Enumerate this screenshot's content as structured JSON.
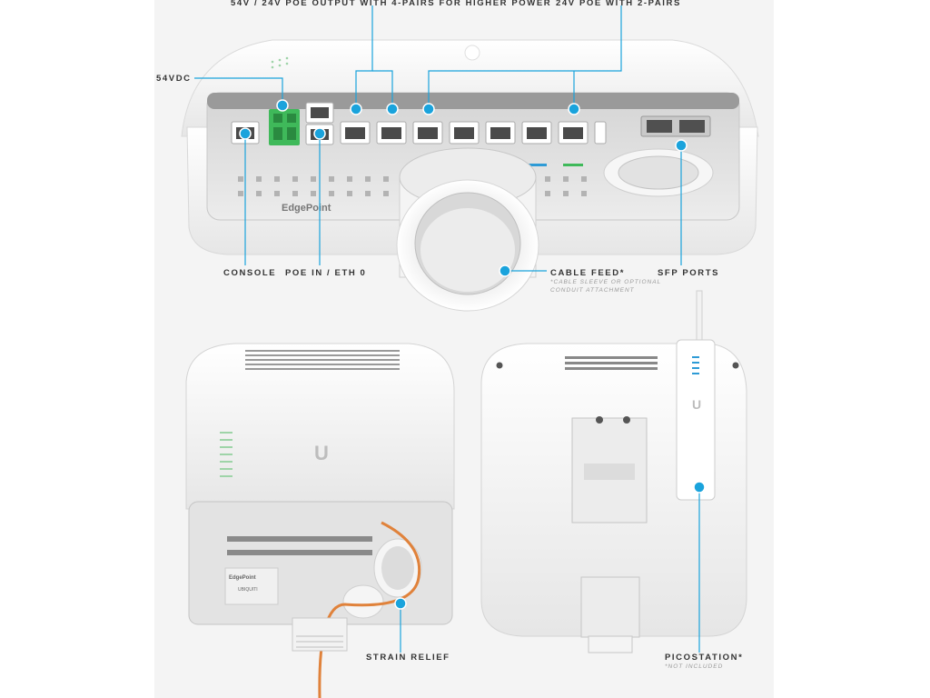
{
  "callouts": {
    "poe_4pairs": "54V / 24V POE OUTPUT WITH 4-PAIRS FOR HIGHER POWER",
    "poe_2pairs": "24V POE WITH 2-PAIRS",
    "dc54": "54VDC",
    "console": "CONSOLE",
    "poe_in": "POE IN / ETH 0",
    "cable_feed": "CABLE FEED*",
    "cable_feed_note_1": "*CABLE SLEEVE OR OPTIONAL",
    "cable_feed_note_2": "CONDUIT ATTACHMENT",
    "sfp": "SFP PORTS",
    "strain_relief": "STRAIN RELIEF",
    "picostation": "PICOSTATION*",
    "picostation_note": "*NOT INCLUDED"
  },
  "device": {
    "brand_label": "EdgePoint",
    "maker_label": "UBIQUITI"
  },
  "colors": {
    "callout_dot": "#1aa3dc",
    "callout_line": "#1aa3dc",
    "terminal_green": "#3fb95a",
    "cable_orange": "#e0823b"
  }
}
